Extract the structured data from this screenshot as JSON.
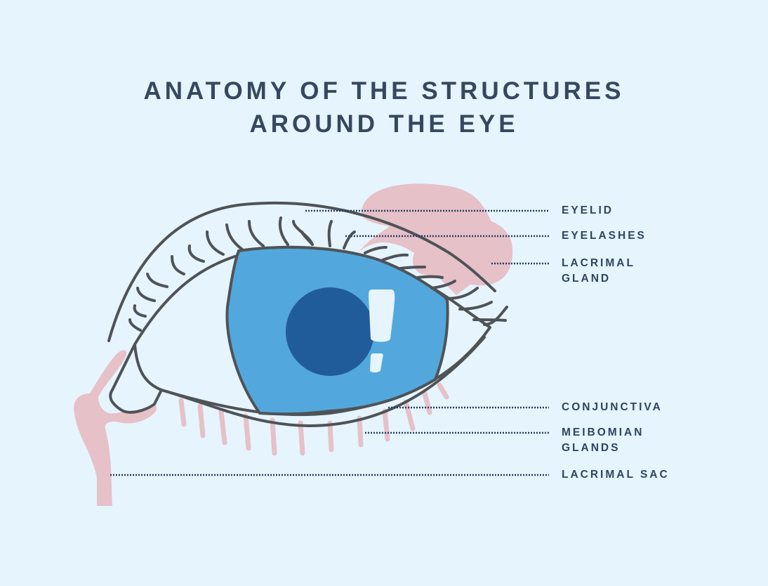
{
  "title": {
    "line1": "ANATOMY OF THE STRUCTURES",
    "line2": "AROUND THE EYE"
  },
  "labels": {
    "eyelid": "EYELID",
    "eyelashes": "EYELASHES",
    "lacrimal_gland_1": "LACRIMAL",
    "lacrimal_gland_2": "GLAND",
    "conjunctiva": "CONJUNCTIVA",
    "meibomian_1": "MEIBOMIAN",
    "meibomian_2": "GLANDS",
    "lacrimal_sac": "LACRIMAL SAC"
  },
  "colors": {
    "background": "#E6F4FD",
    "outline": "#4E5358",
    "iris": "#52A8DC",
    "pupil": "#215C9A",
    "gland": "#E6C1C8",
    "text": "#2E4460"
  }
}
